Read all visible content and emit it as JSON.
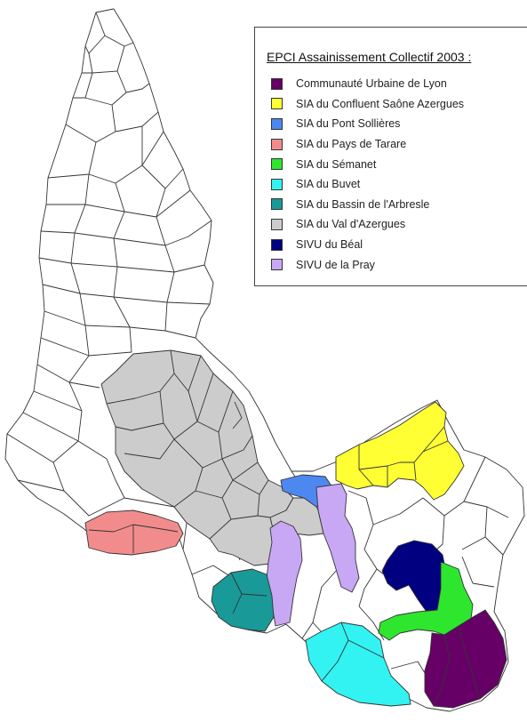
{
  "legend": {
    "title": "EPCI Assainissement Collectif 2003 :",
    "items": [
      {
        "label": "Communauté Urbaine de Lyon",
        "color": "#660066"
      },
      {
        "label": "SIA du Confluent Saône Azergues",
        "color": "#ffff33"
      },
      {
        "label": "SIA du Pont Sollières",
        "color": "#4d88f0"
      },
      {
        "label": "SIA du Pays de Tarare",
        "color": "#f28c8c"
      },
      {
        "label": "SIA du Sémanet",
        "color": "#2ee62e"
      },
      {
        "label": "SIA du Buvet",
        "color": "#33f2f2"
      },
      {
        "label": "SIA du Bassin de l'Arbresle",
        "color": "#1a9999"
      },
      {
        "label": "SIA du Val d'Azergues",
        "color": "#cccccc"
      },
      {
        "label": "SIVU du Béal",
        "color": "#000080"
      },
      {
        "label": "SIVU de la Pray",
        "color": "#c8a8f5"
      }
    ]
  },
  "map": {
    "unassigned_color": "#ffffff",
    "outline_color": "#333333"
  }
}
